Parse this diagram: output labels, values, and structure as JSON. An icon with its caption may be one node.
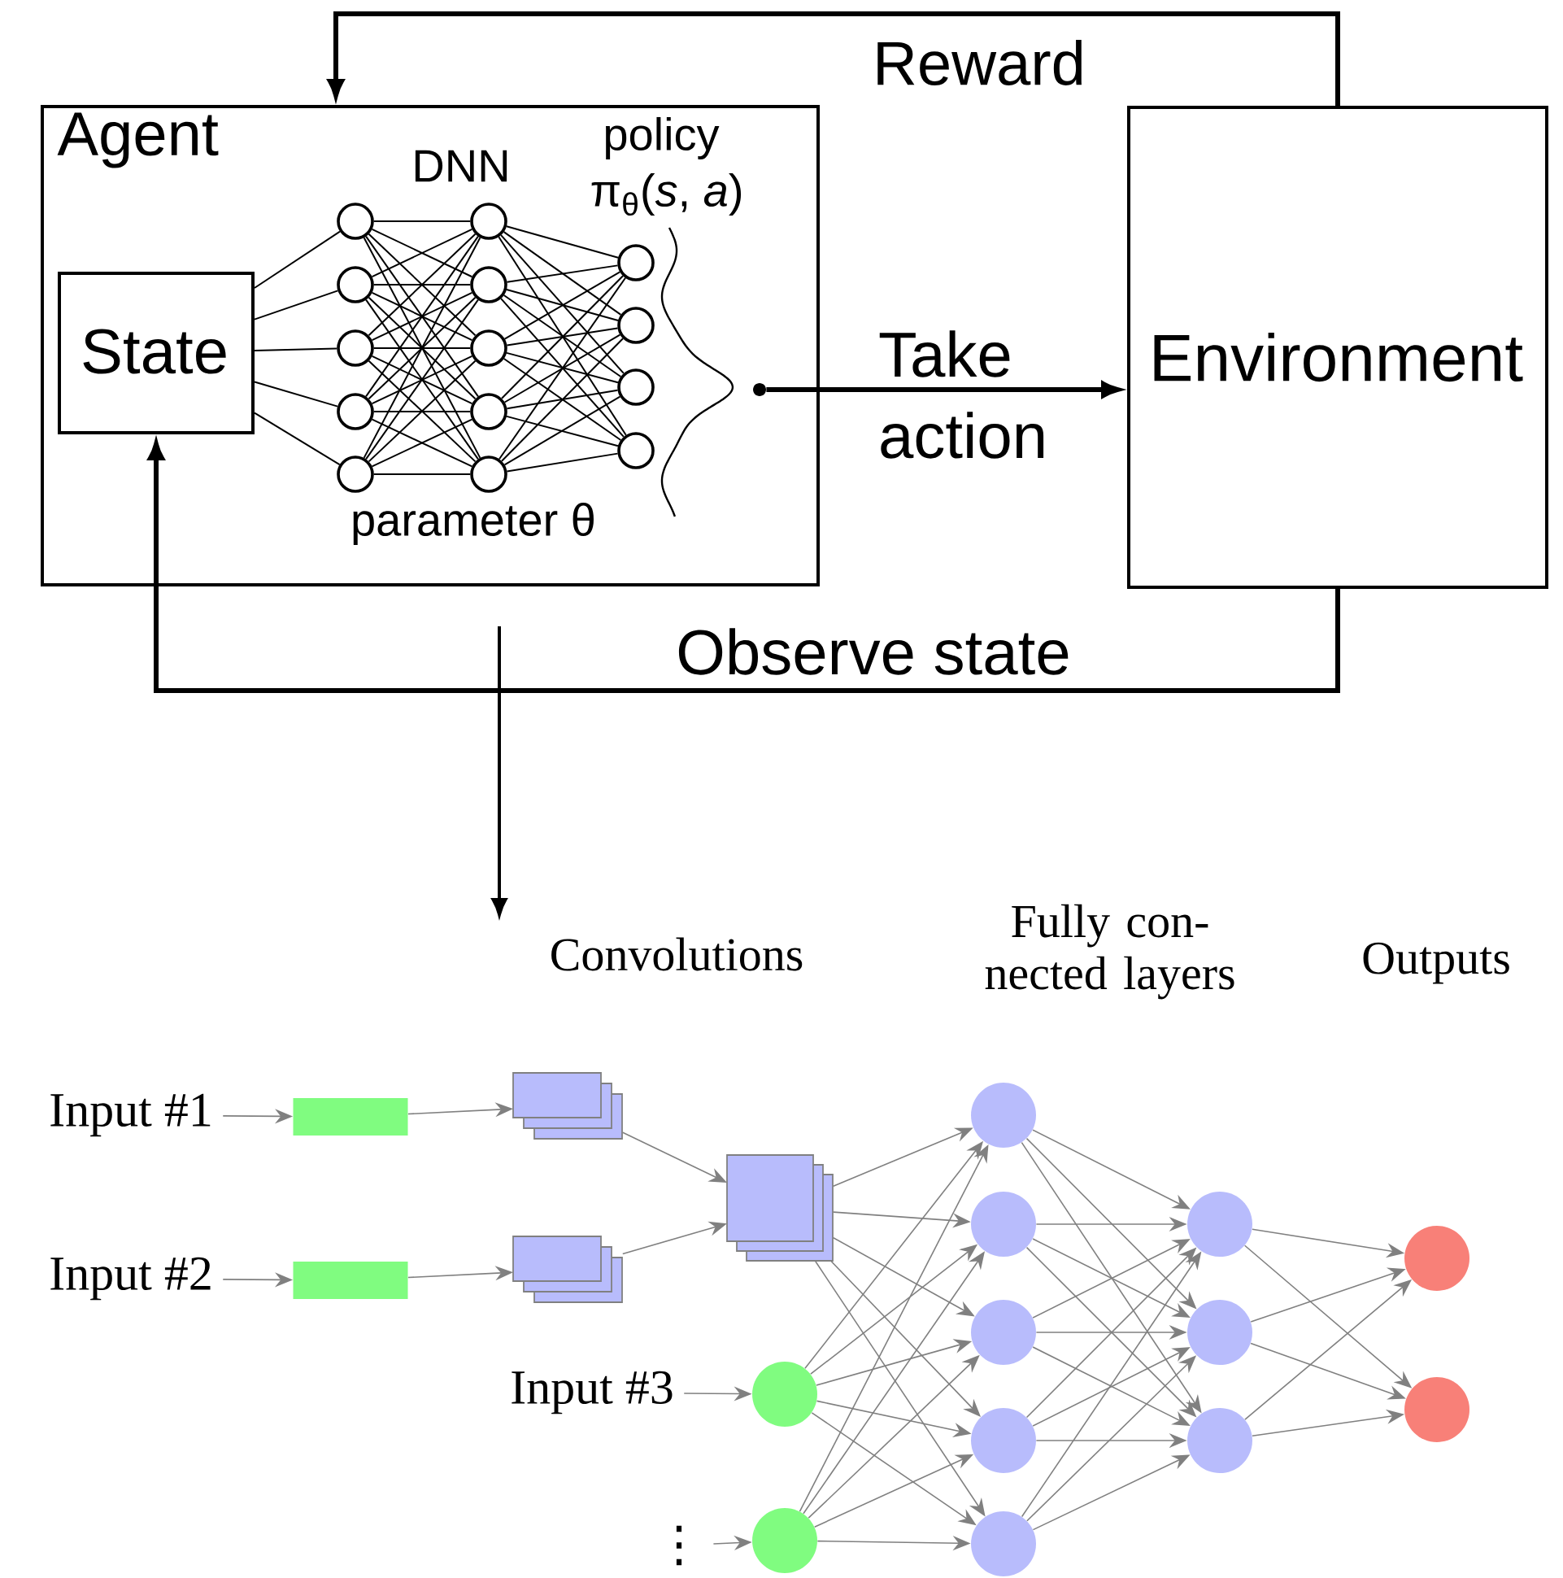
{
  "diagram": {
    "nodes": [
      {
        "text": [
          "Agent"
        ]
      },
      {
        "text": [
          "State"
        ],
        "in": 0
      },
      {
        "text": [],
        "shape": "circle",
        "in": 0
      },
      {
        "text": [],
        "shape": "circle",
        "in": 0
      },
      {
        "text": [],
        "shape": "circle",
        "in": 0
      },
      {
        "text": [],
        "shape": "circle",
        "in": 0
      },
      {
        "text": [],
        "shape": "circle",
        "in": 0
      },
      {
        "text": [],
        "shape": "circle",
        "in": 0
      },
      {
        "text": [],
        "shape": "circle",
        "in": 0
      },
      {
        "text": [],
        "shape": "circle",
        "in": 0
      },
      {
        "text": [],
        "shape": "circle",
        "in": 0
      },
      {
        "text": [],
        "shape": "circle",
        "in": 0
      },
      {
        "text": [],
        "shape": "circle",
        "in": 0
      },
      {
        "text": [],
        "shape": "circle",
        "in": 0
      },
      {
        "text": [],
        "shape": "circle",
        "in": 0
      },
      {
        "text": [],
        "shape": "circle",
        "in": 0
      },
      {
        "text": [],
        "shape": "circle",
        "in": 0
      },
      {
        "text": [
          "Environment"
        ]
      },
      {
        "text": [
          "Input #1"
        ]
      },
      {
        "text": [],
        "shape": "box"
      },
      {
        "text": [],
        "shape": "box"
      },
      {
        "text": [
          "Input #2"
        ]
      },
      {
        "text": [],
        "shape": "box"
      },
      {
        "text": [],
        "shape": "box"
      },
      {
        "text": [],
        "shape": "box"
      },
      {
        "text": [
          "Input #3"
        ]
      },
      {
        "text": [],
        "shape": "circle"
      },
      {
        "text": [
          "⋮"
        ]
      },
      {
        "text": [],
        "shape": "circle"
      },
      {
        "text": [],
        "shape": "circle"
      },
      {
        "text": [],
        "shape": "circle"
      },
      {
        "text": [],
        "shape": "circle"
      },
      {
        "text": [],
        "shape": "circle"
      },
      {
        "text": [],
        "shape": "circle"
      },
      {
        "text": [],
        "shape": "circle"
      },
      {
        "text": [],
        "shape": "circle"
      },
      {
        "text": [],
        "shape": "circle"
      },
      {
        "text": [],
        "shape": "circle"
      },
      {
        "text": [],
        "shape": "circle"
      }
    ],
    "edges": [
      {
        "from": 17,
        "to": 0,
        "arrow": "to",
        "label": "Reward",
        "style": "thick"
      },
      {
        "from": 16,
        "to": 17,
        "arrow": "to",
        "label": "Take action",
        "style": "thick"
      },
      {
        "from": 17,
        "to": 1,
        "arrow": "to",
        "label": "Observe state",
        "style": "thick"
      },
      {
        "from": 1,
        "to": 2,
        "arrow": "none"
      },
      {
        "from": 1,
        "to": 3,
        "arrow": "none"
      },
      {
        "from": 1,
        "to": 4,
        "arrow": "none"
      },
      {
        "from": 1,
        "to": 5,
        "arrow": "none"
      },
      {
        "from": 1,
        "to": 6,
        "arrow": "none"
      },
      {
        "from": 2,
        "to": 7,
        "arrow": "none"
      },
      {
        "from": 2,
        "to": 8,
        "arrow": "none"
      },
      {
        "from": 2,
        "to": 9,
        "arrow": "none"
      },
      {
        "from": 2,
        "to": 10,
        "arrow": "none"
      },
      {
        "from": 2,
        "to": 11,
        "arrow": "none"
      },
      {
        "from": 3,
        "to": 7,
        "arrow": "none"
      },
      {
        "from": 3,
        "to": 8,
        "arrow": "none"
      },
      {
        "from": 3,
        "to": 9,
        "arrow": "none"
      },
      {
        "from": 3,
        "to": 10,
        "arrow": "none"
      },
      {
        "from": 3,
        "to": 11,
        "arrow": "none"
      },
      {
        "from": 4,
        "to": 7,
        "arrow": "none"
      },
      {
        "from": 4,
        "to": 8,
        "arrow": "none"
      },
      {
        "from": 4,
        "to": 9,
        "arrow": "none"
      },
      {
        "from": 4,
        "to": 10,
        "arrow": "none"
      },
      {
        "from": 4,
        "to": 11,
        "arrow": "none"
      },
      {
        "from": 5,
        "to": 7,
        "arrow": "none"
      },
      {
        "from": 5,
        "to": 8,
        "arrow": "none"
      },
      {
        "from": 5,
        "to": 9,
        "arrow": "none"
      },
      {
        "from": 5,
        "to": 10,
        "arrow": "none"
      },
      {
        "from": 5,
        "to": 11,
        "arrow": "none"
      },
      {
        "from": 6,
        "to": 7,
        "arrow": "none"
      },
      {
        "from": 6,
        "to": 8,
        "arrow": "none"
      },
      {
        "from": 6,
        "to": 9,
        "arrow": "none"
      },
      {
        "from": 6,
        "to": 10,
        "arrow": "none"
      },
      {
        "from": 6,
        "to": 11,
        "arrow": "none"
      },
      {
        "from": 7,
        "to": 12,
        "arrow": "none"
      },
      {
        "from": 7,
        "to": 13,
        "arrow": "none"
      },
      {
        "from": 7,
        "to": 14,
        "arrow": "none"
      },
      {
        "from": 7,
        "to": 15,
        "arrow": "none"
      },
      {
        "from": 8,
        "to": 12,
        "arrow": "none"
      },
      {
        "from": 8,
        "to": 13,
        "arrow": "none"
      },
      {
        "from": 8,
        "to": 14,
        "arrow": "none"
      },
      {
        "from": 8,
        "to": 15,
        "arrow": "none"
      },
      {
        "from": 9,
        "to": 12,
        "arrow": "none"
      },
      {
        "from": 9,
        "to": 13,
        "arrow": "none"
      },
      {
        "from": 9,
        "to": 14,
        "arrow": "none"
      },
      {
        "from": 9,
        "to": 15,
        "arrow": "none"
      },
      {
        "from": 10,
        "to": 12,
        "arrow": "none"
      },
      {
        "from": 10,
        "to": 13,
        "arrow": "none"
      },
      {
        "from": 10,
        "to": 14,
        "arrow": "none"
      },
      {
        "from": 10,
        "to": 15,
        "arrow": "none"
      },
      {
        "from": 11,
        "to": 12,
        "arrow": "none"
      },
      {
        "from": 11,
        "to": 13,
        "arrow": "none"
      },
      {
        "from": 11,
        "to": 14,
        "arrow": "none"
      },
      {
        "from": 11,
        "to": 15,
        "arrow": "none"
      },
      {
        "from": 18,
        "to": 19,
        "arrow": "to",
        "color": "#808080"
      },
      {
        "from": 19,
        "to": 20,
        "arrow": "to",
        "color": "#808080"
      },
      {
        "from": 21,
        "to": 22,
        "arrow": "to",
        "color": "#808080"
      },
      {
        "from": 22,
        "to": 23,
        "arrow": "to",
        "color": "#808080"
      },
      {
        "from": 20,
        "to": 24,
        "arrow": "to",
        "color": "#808080"
      },
      {
        "from": 23,
        "to": 24,
        "arrow": "to",
        "color": "#808080"
      },
      {
        "from": 25,
        "to": 26,
        "arrow": "to",
        "color": "#808080"
      },
      {
        "from": 27,
        "to": 28,
        "arrow": "to",
        "color": "#808080"
      },
      {
        "from": 24,
        "to": 29,
        "arrow": "to",
        "color": "#808080"
      },
      {
        "from": 24,
        "to": 30,
        "arrow": "to",
        "color": "#808080"
      },
      {
        "from": 24,
        "to": 31,
        "arrow": "to",
        "color": "#808080"
      },
      {
        "from": 24,
        "to": 32,
        "arrow": "to",
        "color": "#808080"
      },
      {
        "from": 24,
        "to": 33,
        "arrow": "to",
        "color": "#808080"
      },
      {
        "from": 26,
        "to": 29,
        "arrow": "to",
        "color": "#808080"
      },
      {
        "from": 26,
        "to": 30,
        "arrow": "to",
        "color": "#808080"
      },
      {
        "from": 26,
        "to": 31,
        "arrow": "to",
        "color": "#808080"
      },
      {
        "from": 26,
        "to": 32,
        "arrow": "to",
        "color": "#808080"
      },
      {
        "from": 26,
        "to": 33,
        "arrow": "to",
        "color": "#808080"
      },
      {
        "from": 28,
        "to": 29,
        "arrow": "to",
        "color": "#808080"
      },
      {
        "from": 28,
        "to": 30,
        "arrow": "to",
        "color": "#808080"
      },
      {
        "from": 28,
        "to": 31,
        "arrow": "to",
        "color": "#808080"
      },
      {
        "from": 28,
        "to": 32,
        "arrow": "to",
        "color": "#808080"
      },
      {
        "from": 28,
        "to": 33,
        "arrow": "to",
        "color": "#808080"
      },
      {
        "from": 29,
        "to": 34,
        "arrow": "to",
        "color": "#808080"
      },
      {
        "from": 29,
        "to": 35,
        "arrow": "to",
        "color": "#808080"
      },
      {
        "from": 29,
        "to": 36,
        "arrow": "to",
        "color": "#808080"
      },
      {
        "from": 30,
        "to": 34,
        "arrow": "to",
        "color": "#808080"
      },
      {
        "from": 30,
        "to": 35,
        "arrow": "to",
        "color": "#808080"
      },
      {
        "from": 30,
        "to": 36,
        "arrow": "to",
        "color": "#808080"
      },
      {
        "from": 31,
        "to": 34,
        "arrow": "to",
        "color": "#808080"
      },
      {
        "from": 31,
        "to": 35,
        "arrow": "to",
        "color": "#808080"
      },
      {
        "from": 31,
        "to": 36,
        "arrow": "to",
        "color": "#808080"
      },
      {
        "from": 32,
        "to": 34,
        "arrow": "to",
        "color": "#808080"
      },
      {
        "from": 32,
        "to": 35,
        "arrow": "to",
        "color": "#808080"
      },
      {
        "from": 32,
        "to": 36,
        "arrow": "to",
        "color": "#808080"
      },
      {
        "from": 33,
        "to": 34,
        "arrow": "to",
        "color": "#808080"
      },
      {
        "from": 33,
        "to": 35,
        "arrow": "to",
        "color": "#808080"
      },
      {
        "from": 33,
        "to": 36,
        "arrow": "to",
        "color": "#808080"
      },
      {
        "from": 34,
        "to": 37,
        "arrow": "to",
        "color": "#808080"
      },
      {
        "from": 34,
        "to": 38,
        "arrow": "to",
        "color": "#808080"
      },
      {
        "from": 35,
        "to": 37,
        "arrow": "to",
        "color": "#808080"
      },
      {
        "from": 35,
        "to": 38,
        "arrow": "to",
        "color": "#808080"
      },
      {
        "from": 36,
        "to": 37,
        "arrow": "to",
        "color": "#808080"
      },
      {
        "from": 36,
        "to": 38,
        "arrow": "to",
        "color": "#808080"
      }
    ],
    "labels": [
      "DNN",
      "policy",
      "π$_{θ}$(*s*, *a*)",
      "parameter θ",
      "Convolutions",
      "Fully con- nected layers",
      "Outputs"
    ]
  }
}
